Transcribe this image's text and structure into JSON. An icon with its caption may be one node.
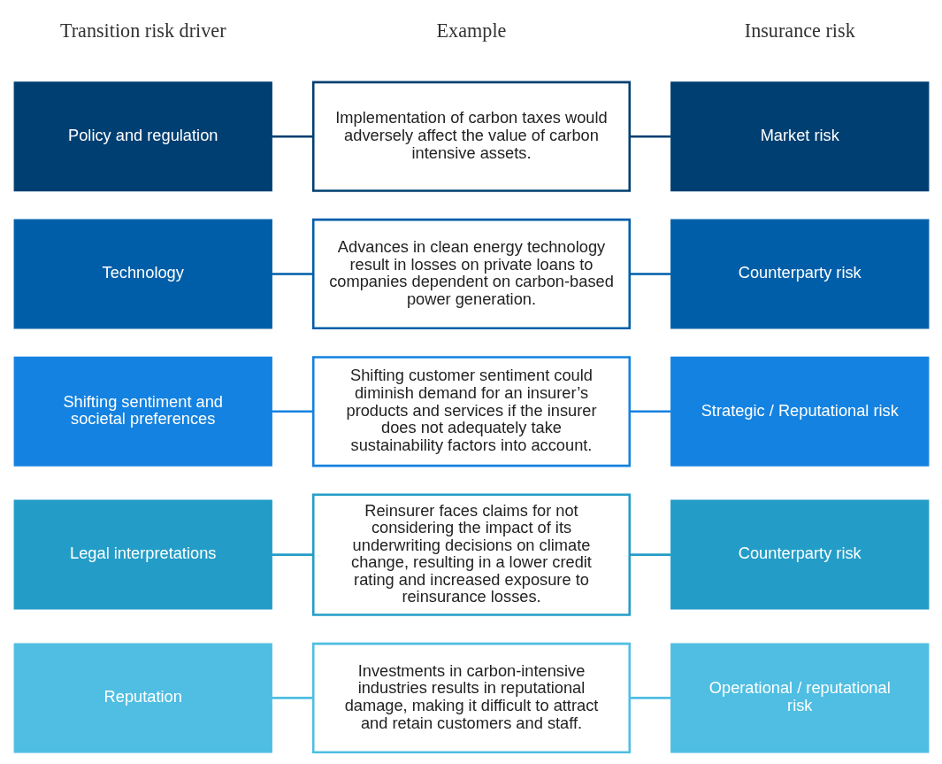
{
  "diagram": {
    "nodes": [
      {
        "text": [
          "Policy and regulation"
        ]
      },
      {
        "text": [
          "Implementation of carbon taxes would adversely affect the value of carbon intensive assets."
        ]
      },
      {
        "text": [
          "Market risk"
        ]
      },
      {
        "text": [
          "Technology"
        ]
      },
      {
        "text": [
          "Advances in clean energy technology result in losses on private loans to companies dependent on carbon-based power generation."
        ]
      },
      {
        "text": [
          "Counterparty risk"
        ]
      },
      {
        "text": [
          "Shifting sentiment and societal preferences"
        ]
      },
      {
        "text": [
          "Shifting customer sentiment could diminish demand for an insurer’s products and services if the insurer does not adequately take sustainability factors into account."
        ]
      },
      {
        "text": [
          "Strategic / Reputational risk"
        ]
      },
      {
        "text": [
          "Legal interpretations"
        ]
      },
      {
        "text": [
          "Reinsurer faces claims for not considering the impact of its underwriting decisions on climate change, resulting in a lower credit rating and increased exposure to reinsurance losses."
        ]
      },
      {
        "text": [
          "Counterparty risk"
        ]
      },
      {
        "text": [
          "Reputation"
        ]
      },
      {
        "text": [
          "Investments in carbon-intensive industries results in reputational damage, making it difficult to attract and retain customers and staff."
        ]
      },
      {
        "text": [
          "Operational / reputational risk"
        ]
      }
    ],
    "edges": [
      {
        "from": 0,
        "to": 1,
        "arrow": "none",
        "color": "#003f72"
      },
      {
        "from": 1,
        "to": 2,
        "arrow": "none",
        "color": "#003f72"
      },
      {
        "from": 3,
        "to": 4,
        "arrow": "none",
        "color": "#005ea8"
      },
      {
        "from": 4,
        "to": 5,
        "arrow": "none",
        "color": "#005ea8"
      },
      {
        "from": 6,
        "to": 7,
        "arrow": "none",
        "color": "#1482e0"
      },
      {
        "from": 7,
        "to": 8,
        "arrow": "none",
        "color": "#1482e0"
      },
      {
        "from": 9,
        "to": 10,
        "arrow": "none",
        "color": "#239dc7"
      },
      {
        "from": 10,
        "to": 11,
        "arrow": "none",
        "color": "#239dc7"
      },
      {
        "from": 12,
        "to": 13,
        "arrow": "none",
        "color": "#4fbee2"
      },
      {
        "from": 13,
        "to": 14,
        "arrow": "none",
        "color": "#4fbee2"
      }
    ],
    "labels": [
      "Transition risk driver",
      "Example",
      "Insurance risk"
    ]
  }
}
